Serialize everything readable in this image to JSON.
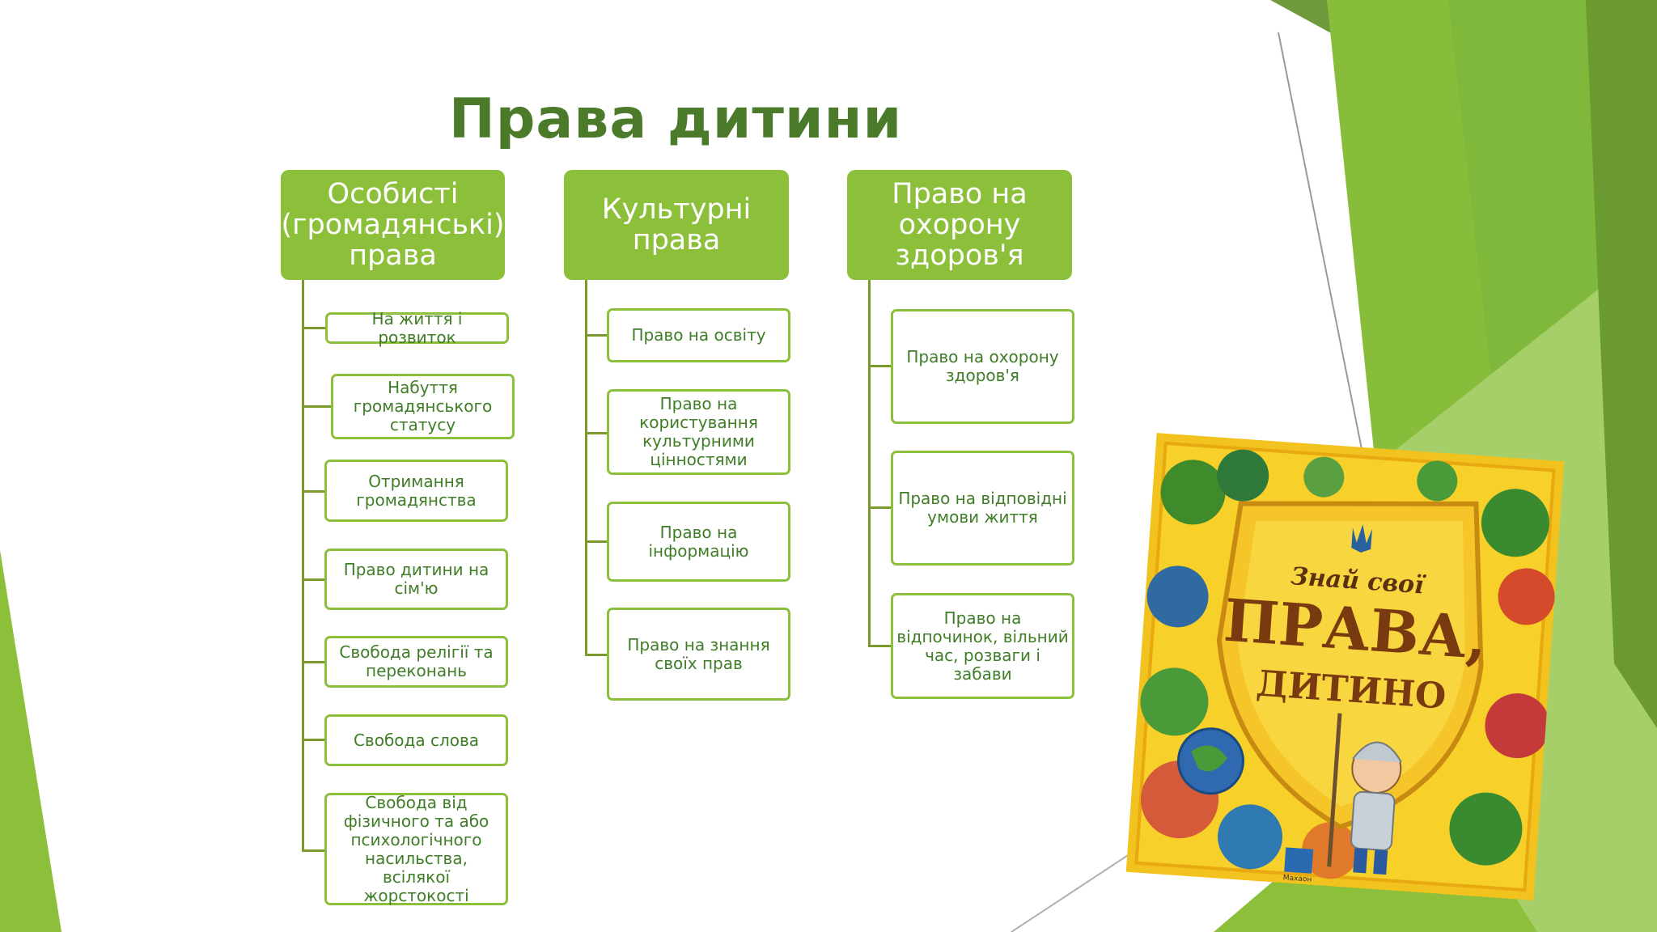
{
  "title": "Права дитини",
  "columns": [
    {
      "header": "Особисті (громадянські) права",
      "items": [
        "На життя і розвиток",
        "Набуття громадянського статусу",
        "Отримання громадянства",
        "Право дитини на сім'ю",
        "Свобода релігії та переконань",
        "Свобода слова",
        "Свобода від фізичного та або психологічного насильства, всілякої жорстокості"
      ]
    },
    {
      "header": "Культурні права",
      "items": [
        "Право на освіту",
        "Право на користування культурними цінностями",
        "Право на інформацію",
        "Право на знання своїх прав"
      ]
    },
    {
      "header": "Право на охорону здоров'я",
      "items": [
        "Право на охорону здоров'я",
        "Право на відповідні умови життя",
        "Право на відпочинок, вільний час, розваги і забави"
      ]
    }
  ],
  "book": {
    "line1": "Знай свої",
    "line2": "ПРАВА,",
    "line3": "ДИТИНО",
    "publisher": "Махаон"
  },
  "colors": {
    "title": "#4a7a2a",
    "header_fill": "#8dc03a",
    "child_border": "#8dc03a",
    "child_text": "#3f7d27",
    "connector": "#7a9a2a"
  }
}
